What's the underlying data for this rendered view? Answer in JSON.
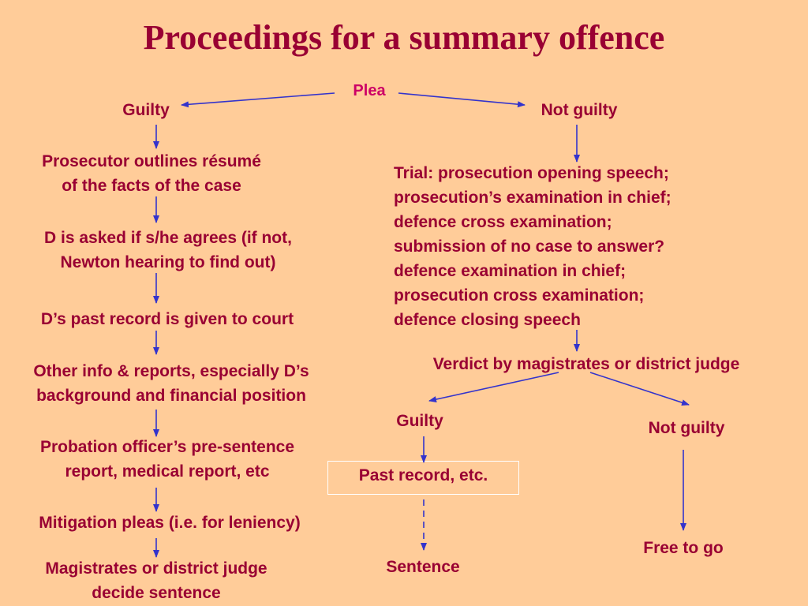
{
  "title": "Proceedings for a summary offence",
  "colors": {
    "background": "#ffcc99",
    "text": "#990033",
    "plea": "#cc0066",
    "arrow": "#3333cc"
  },
  "plea": "Plea",
  "guilty_branch": {
    "label": "Guilty",
    "steps": [
      [
        "Prosecutor outlines résumé",
        "of the facts of the case"
      ],
      [
        "D is asked if s/he agrees (if not,",
        "Newton hearing to find out)"
      ],
      [
        "D’s past record is given to court"
      ],
      [
        "Other info & reports, especially D’s",
        "background and financial position"
      ],
      [
        "Probation officer’s pre-sentence",
        "report, medical report, etc"
      ],
      [
        "Mitigation pleas (i.e. for leniency)"
      ],
      [
        "Magistrates or district judge",
        "decide sentence"
      ]
    ]
  },
  "not_guilty_branch": {
    "label": "Not guilty",
    "trial_lines": [
      "Trial: prosecution opening speech;",
      "prosecution’s examination in chief;",
      "defence cross examination;",
      "submission of no case to answer?",
      "defence examination in chief;",
      "prosecution cross examination;",
      "defence closing speech"
    ],
    "verdict": "Verdict by magistrates or district judge",
    "verdict_guilty": {
      "label": "Guilty",
      "box": "Past record, etc.",
      "outcome": "Sentence"
    },
    "verdict_not_guilty": {
      "label": "Not guilty",
      "outcome": "Free to go"
    }
  }
}
